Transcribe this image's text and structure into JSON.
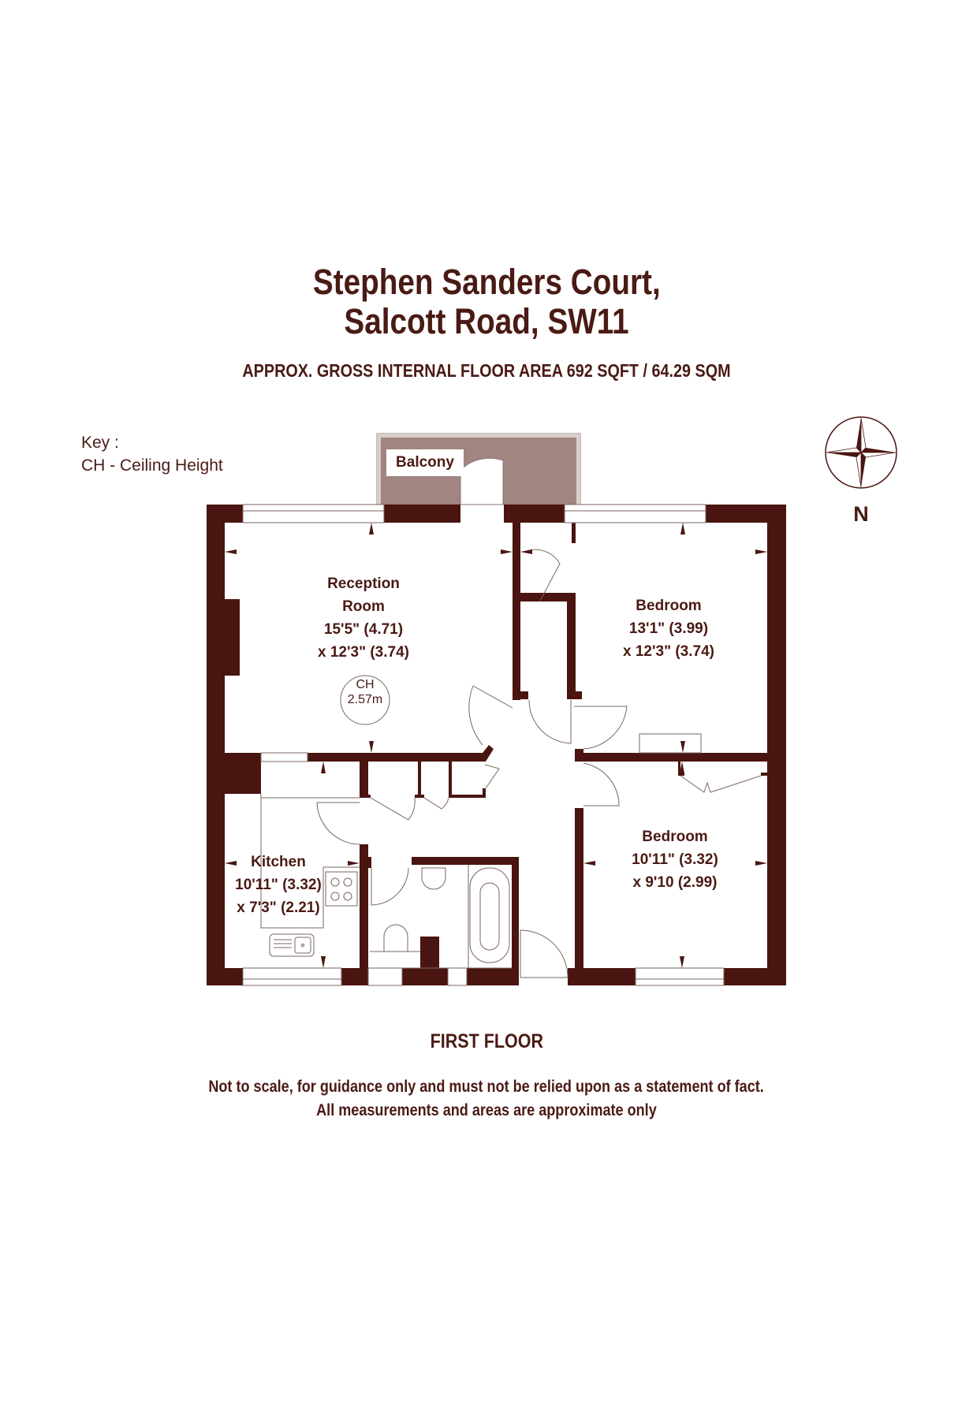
{
  "header": {
    "title_line1": "Stephen Sanders Court,",
    "title_line2": "Salcott Road, SW11",
    "area": "APPROX. GROSS INTERNAL FLOOR AREA 692 SQFT / 64.29 SQM"
  },
  "key": {
    "heading": "Key :",
    "entries": [
      "CH - Ceiling Height"
    ]
  },
  "compass": {
    "icon": "compass-rose-icon",
    "label": "N"
  },
  "floor_plan": {
    "floor_name": "FIRST FLOOR",
    "rooms": [
      {
        "name": "Balcony",
        "lines": [
          "Balcony"
        ]
      },
      {
        "name": "Reception Room",
        "lines": [
          "Reception",
          "Room",
          "15'5\" (4.71)",
          "x 12'3\" (3.74)"
        ]
      },
      {
        "name": "Bedroom 1",
        "lines": [
          "Bedroom",
          "13'1\" (3.99)",
          "x 12'3\" (3.74)"
        ]
      },
      {
        "name": "Kitchen",
        "lines": [
          "Kitchen",
          "10'11\" (3.32)",
          "x 7'3\" (2.21)"
        ]
      },
      {
        "name": "Bedroom 2",
        "lines": [
          "Bedroom",
          "10'11\" (3.32)",
          "x 9'10 (2.99)"
        ]
      }
    ],
    "ceiling_height": {
      "label": "CH",
      "value": "2.57m"
    },
    "colors": {
      "wall": "#4a1510",
      "text": "#4a1a14",
      "balcony": "#a08580",
      "fixture_line": "#7a6560"
    }
  },
  "footer": {
    "disclaimer_line1": "Not to scale, for guidance only and must not be relied upon as a statement of fact.",
    "disclaimer_line2": "All measurements and areas are approximate only"
  }
}
